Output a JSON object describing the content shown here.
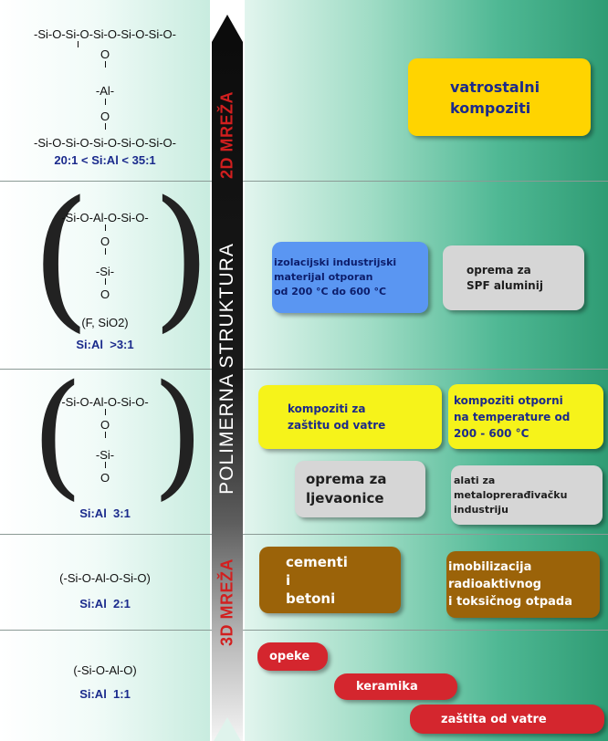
{
  "axis": {
    "top_label": "2D MREŽA",
    "middle_label": "POLIMERNA STRUKTURA",
    "bottom_label": "3D MREŽA"
  },
  "structures": [
    {
      "lines": [
        "-Si-O-Si-O-Si-O-Si-O-Si-O-",
        "O",
        "-Al-",
        "O",
        "-Si-O-Si-O-Si-O-Si-O-Si-O-"
      ],
      "ratio": "20:1 < Si:Al < 35:1"
    },
    {
      "lines": [
        "-Si-O-Al-O-Si-O-",
        "O",
        "-Si-",
        "O",
        "(F, SiO2)"
      ],
      "ratio": "Si:Al  >3:1"
    },
    {
      "lines": [
        "-Si-O-Al-O-Si-O-",
        "O",
        "-Si-",
        "O"
      ],
      "ratio": "Si:Al  3:1"
    },
    {
      "lines": [
        "(-Si-O-Al-O-Si-O)"
      ],
      "ratio": "Si:Al  2:1"
    },
    {
      "lines": [
        "(-Si-O-Al-O)"
      ],
      "ratio": "Si:Al  1:1"
    }
  ],
  "applications": [
    {
      "text": "vatrostalni\nkompoziti",
      "color": "yellow"
    },
    {
      "text": "izolacijski industrijski\nmaterijal otporan\nod 200 °C do 600 °C",
      "color": "blue"
    },
    {
      "text": "oprema za\nSPF aluminij",
      "color": "lgray"
    },
    {
      "text": "kompoziti za\nzaštitu od vatre",
      "color": "lyellow"
    },
    {
      "text": "kompoziti otporni\nna temperature od\n200 - 600 °C",
      "color": "lyellow"
    },
    {
      "text": "oprema za\nljevaonice",
      "color": "lgray"
    },
    {
      "text": "alati za\nmetaloprerađivačku\nindustriju",
      "color": "lgray"
    },
    {
      "text": "cementi\ni\nbetoni",
      "color": "brown"
    },
    {
      "text": "imobilizacija\nradioaktivnog\ni toksičnog otpada",
      "color": "brown"
    },
    {
      "text": "opeke",
      "color": "red"
    },
    {
      "text": "keramika",
      "color": "red"
    },
    {
      "text": "zaštita od vatre",
      "color": "red"
    }
  ],
  "colors": {
    "ratio_text": "#1a2a8c",
    "network_label": "#d21f1f",
    "yellow": "#ffd400",
    "blue": "#5a96f2",
    "brown": "#9b6309",
    "red": "#d4262e",
    "gray": "#d6d6d6",
    "green_background": "#2f9c74"
  }
}
